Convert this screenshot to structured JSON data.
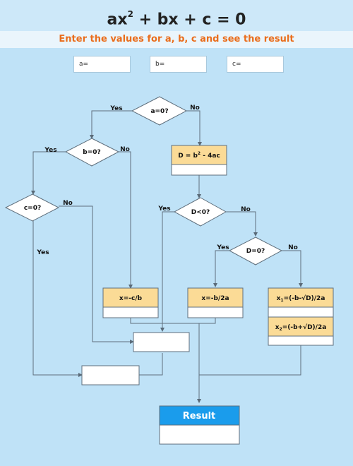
{
  "header": {
    "title_main": "ax",
    "title_exp": "2",
    "title_rest": " + bx + c = 0",
    "subtitle": "Enter the values for a, b, c and see the result"
  },
  "inputs": {
    "a_label": "a=",
    "b_label": "b=",
    "c_label": "c="
  },
  "flow": {
    "decision_a": "a=0?",
    "decision_b": "b=0?",
    "decision_c": "c=0?",
    "decision_d_lt": "D<0?",
    "decision_d_eq": "D=0?",
    "yes": "Yes",
    "no": "No",
    "disc_formula": "D = b",
    "disc_exp": "2",
    "disc_rest": " - 4ac",
    "x_linear": "x=-c/b",
    "x_double": "x=-b/2a",
    "x1_prefix": "x",
    "x1_sub": "1",
    "x1_formula": "=(-b-√D)/2a",
    "x2_prefix": "x",
    "x2_sub": "2",
    "x2_formula": "=(-b+√D)/2a",
    "result_label": "Result"
  },
  "colors": {
    "formula_box": "#fbdb96",
    "result_header": "#1a9cec",
    "background": "#bfe2f7"
  }
}
